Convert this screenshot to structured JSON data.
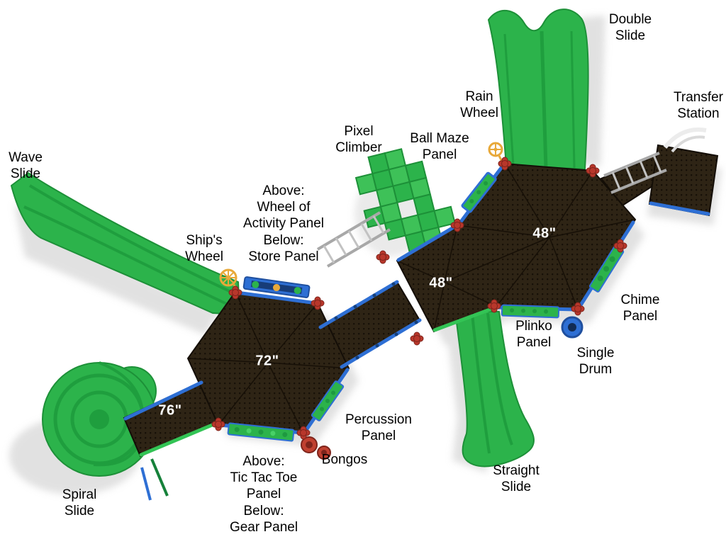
{
  "diagram": {
    "type": "playground-top-view-plan",
    "labels": {
      "wave_slide": "Wave\nSlide",
      "double_slide": "Double\nSlide",
      "rain_wheel": "Rain\nWheel",
      "transfer_station": "Transfer\nStation",
      "pixel_climber": "Pixel\nClimber",
      "ball_maze_panel": "Ball Maze\nPanel",
      "wheel_of_activity": "Above:\nWheel of\nActivity Panel\nBelow:\nStore Panel",
      "ships_wheel": "Ship's\nWheel",
      "chime_panel": "Chime\nPanel",
      "plinko_panel": "Plinko\nPanel",
      "single_drum": "Single\nDrum",
      "percussion_panel": "Percussion\nPanel",
      "bongos": "Bongos",
      "spiral_slide": "Spiral\nSlide",
      "tic_tac_toe": "Above:\nTic Tac Toe\nPanel\nBelow:\nGear Panel",
      "straight_slide": "Straight\nSlide"
    },
    "dimensions": {
      "deck_right_upper": "48\"",
      "deck_right_lower": "48\"",
      "deck_left": "72\"",
      "walkway": "76\""
    },
    "colors": {
      "slide_green": "#2cb34b",
      "deck_brown": "#2e2415",
      "rail_blue": "#2e6fd4",
      "connector_red": "#b8372b",
      "wheel_yellow": "#e8a93a"
    }
  }
}
